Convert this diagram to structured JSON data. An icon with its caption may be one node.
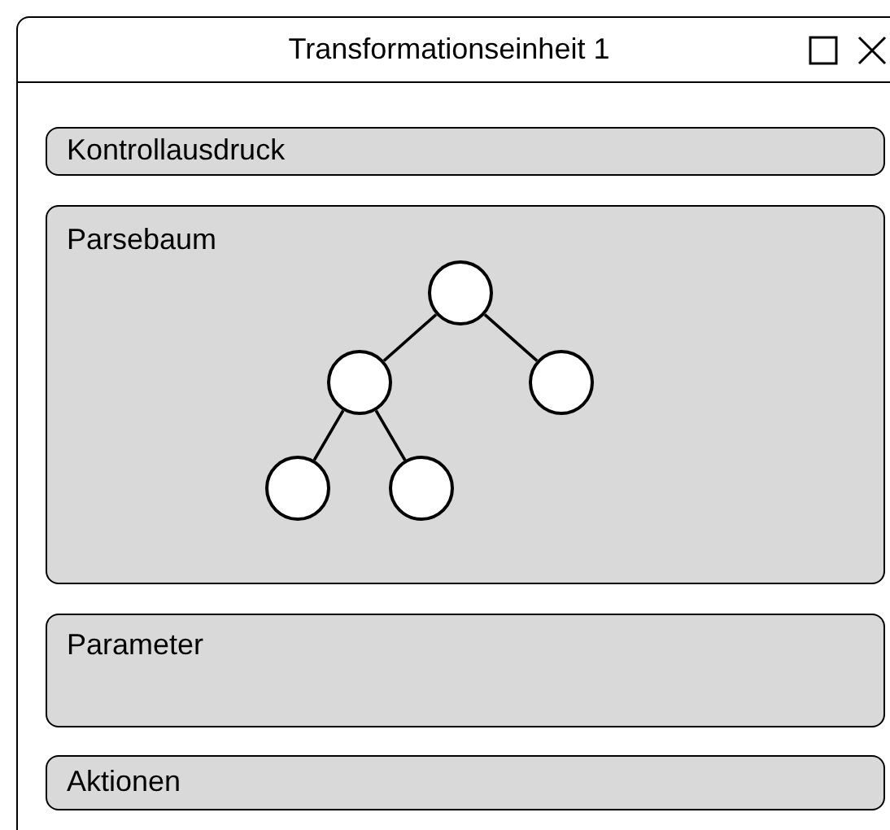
{
  "diagram": {
    "nodes": [
      {
        "text": [
          "Transformationseinheit 1"
        ]
      },
      {
        "text": [
          "Kontrollausdruck"
        ],
        "in": 0
      },
      {
        "text": [
          "Parsebaum"
        ],
        "in": 0
      },
      {
        "text": [],
        "shape": "circle",
        "in": 2
      },
      {
        "text": [],
        "shape": "circle",
        "in": 2
      },
      {
        "text": [],
        "shape": "circle",
        "in": 2
      },
      {
        "text": [],
        "shape": "circle",
        "in": 2
      },
      {
        "text": [],
        "shape": "circle",
        "in": 2
      },
      {
        "text": [
          "Parameter"
        ],
        "in": 0
      },
      {
        "text": [
          "Aktionen"
        ],
        "in": 0
      }
    ],
    "edges": [
      {
        "from": 3,
        "to": 4,
        "arrow": "none"
      },
      {
        "from": 3,
        "to": 5,
        "arrow": "none"
      },
      {
        "from": 4,
        "to": 6,
        "arrow": "none"
      },
      {
        "from": 4,
        "to": 7,
        "arrow": "none"
      }
    ]
  }
}
